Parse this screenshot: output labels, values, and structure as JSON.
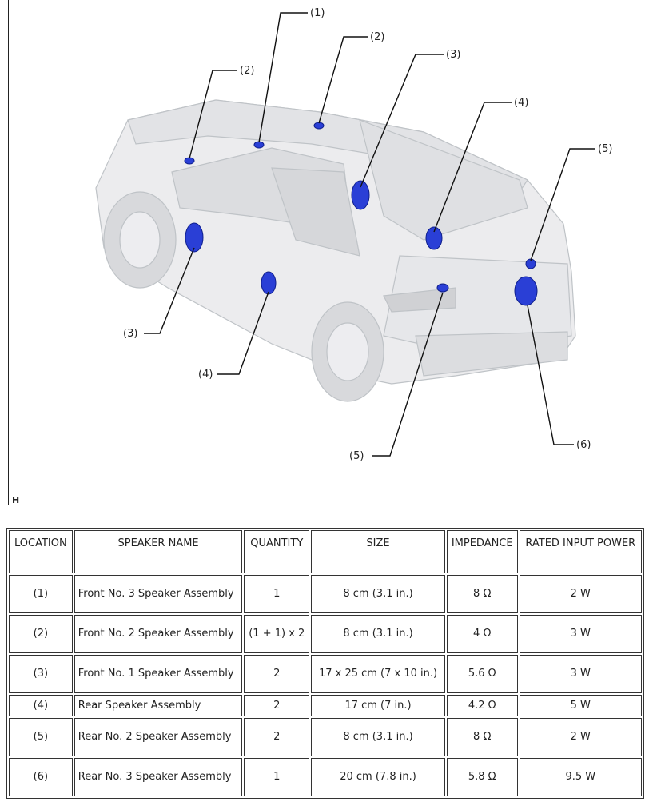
{
  "figure": {
    "mark": "H",
    "callouts": [
      "(1)",
      "(2)",
      "(2)",
      "(3)",
      "(3)",
      "(4)",
      "(4)",
      "(5)",
      "(5)",
      "(6)"
    ]
  },
  "table": {
    "headers": [
      "LOCATION",
      "SPEAKER NAME",
      "QUANTITY",
      "SIZE",
      "IMPEDANCE",
      "RATED INPUT POWER"
    ],
    "rows": [
      {
        "location": "(1)",
        "name": "Front No. 3 Speaker Assembly",
        "quantity": "1",
        "size": "8 cm (3.1 in.)",
        "impedance": "8 Ω",
        "power": "2 W"
      },
      {
        "location": "(2)",
        "name": "Front No. 2 Speaker Assembly",
        "quantity": "(1 + 1) x 2",
        "size": "8 cm (3.1 in.)",
        "impedance": "4 Ω",
        "power": "3 W"
      },
      {
        "location": "(3)",
        "name": "Front No. 1 Speaker Assembly",
        "quantity": "2",
        "size": "17 x 25 cm (7 x 10 in.)",
        "impedance": "5.6 Ω",
        "power": "3 W"
      },
      {
        "location": "(4)",
        "name": "Rear Speaker Assembly",
        "quantity": "2",
        "size": "17 cm (7 in.)",
        "impedance": "4.2 Ω",
        "power": "5 W"
      },
      {
        "location": "(5)",
        "name": "Rear No. 2 Speaker Assembly",
        "quantity": "2",
        "size": "8 cm (3.1 in.)",
        "impedance": "8 Ω",
        "power": "2 W"
      },
      {
        "location": "(6)",
        "name": "Rear No. 3 Speaker Assembly",
        "quantity": "1",
        "size": "20 cm (7.8 in.)",
        "impedance": "5.8 Ω",
        "power": "9.5 W"
      }
    ]
  }
}
